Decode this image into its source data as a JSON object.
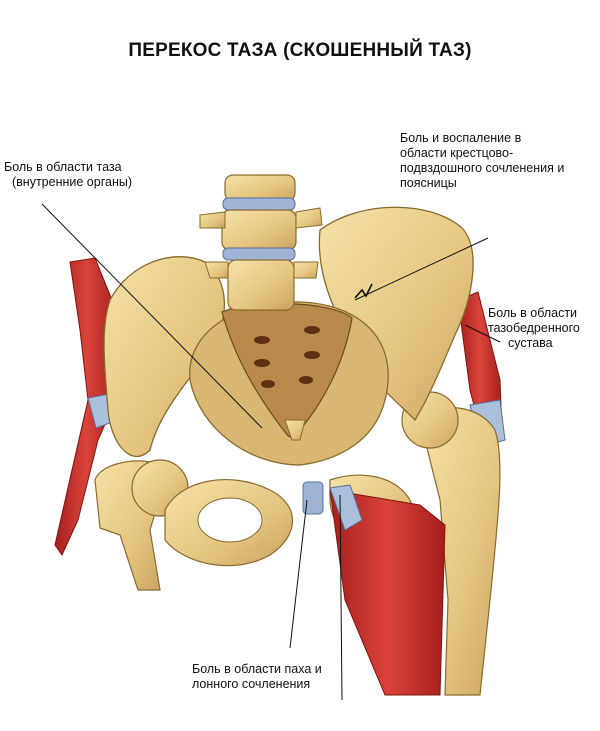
{
  "title": "ПЕРЕКОС ТАЗА (СКОШЕННЫЙ ТАЗ)",
  "labels": {
    "pelvis_pain": [
      "Боль в области таза",
      "(внутренние органы)"
    ],
    "sacroiliac_pain": [
      "Боль и воспаление в",
      "области крестцово-",
      "подвздошного сочленения и",
      "поясницы"
    ],
    "hip_pain": [
      "Боль в области",
      "тазобедренного",
      "сустава"
    ],
    "groin_pain": [
      "Боль в области паха и",
      "лонного сочленения"
    ]
  },
  "colors": {
    "bone": "#e8cf8c",
    "bone_shadow": "#b8914a",
    "muscle": "#c8302c",
    "cartilage": "#9fb3d6",
    "cavity": "#7a3d17"
  }
}
